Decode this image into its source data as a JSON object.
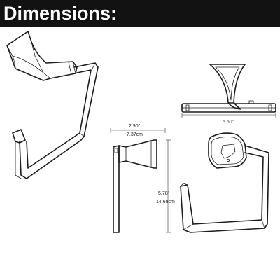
{
  "header": {
    "title": "Dimensions:"
  },
  "dimensions": {
    "width_in": "5.60\"",
    "depth_in": "2.90\"",
    "depth_cm": "7.37cm",
    "height_in": "5.78\"",
    "height_cm": "14.68cm"
  },
  "colors": {
    "header_bg": "#121212",
    "header_text": "#ffffff",
    "line": "#1c1c1c"
  }
}
